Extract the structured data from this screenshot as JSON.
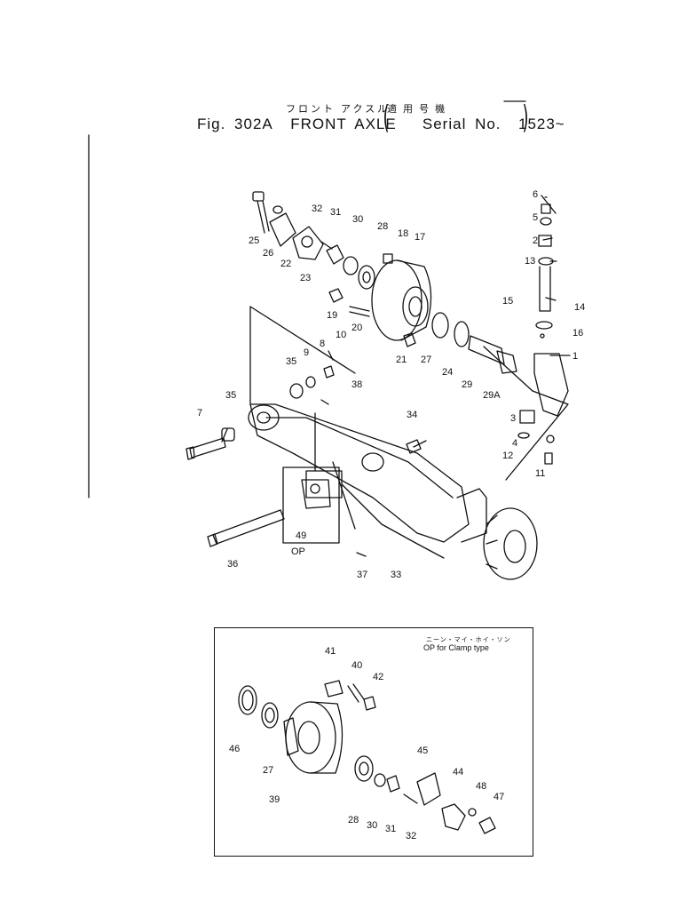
{
  "title": {
    "japanese": "フロント アクスル",
    "japanese_applicability": "適 用 号 機",
    "figure": "Fig. 302A",
    "name": "FRONT AXLE",
    "serial": "Serial No.",
    "serial_range": "1523~"
  },
  "inset": {
    "japanese": "ニーン・マイ・ホイ・ソン",
    "title": "OP for Clamp type"
  },
  "op_label": "OP",
  "part_numbers": {
    "p1": "1",
    "p2": "2",
    "p3": "3",
    "p4": "4",
    "p5": "5",
    "p6": "6",
    "p7": "7",
    "p8": "8",
    "p9": "9",
    "p10": "10",
    "p11": "11",
    "p12": "12",
    "p13": "13",
    "p14": "14",
    "p15": "15",
    "p16": "16",
    "p17": "17",
    "p18": "18",
    "p19": "19",
    "p20": "20",
    "p21": "21",
    "p22": "22",
    "p23": "23",
    "p24": "24",
    "p25": "25",
    "p26": "26",
    "p27": "27",
    "p28": "28",
    "p29": "29",
    "p29a": "29A",
    "p30": "30",
    "p31": "31",
    "p32": "32",
    "p33": "33",
    "p34": "34",
    "p35a": "35",
    "p35b": "35",
    "p36": "36",
    "p37": "37",
    "p38": "38",
    "p49": "49",
    "i27": "27",
    "i28": "28",
    "i30": "30",
    "i31": "31",
    "i32": "32",
    "i39": "39",
    "i40": "40",
    "i41": "41",
    "i42": "42",
    "i44": "44",
    "i45": "45",
    "i46": "46",
    "i47": "47",
    "i48": "48"
  }
}
